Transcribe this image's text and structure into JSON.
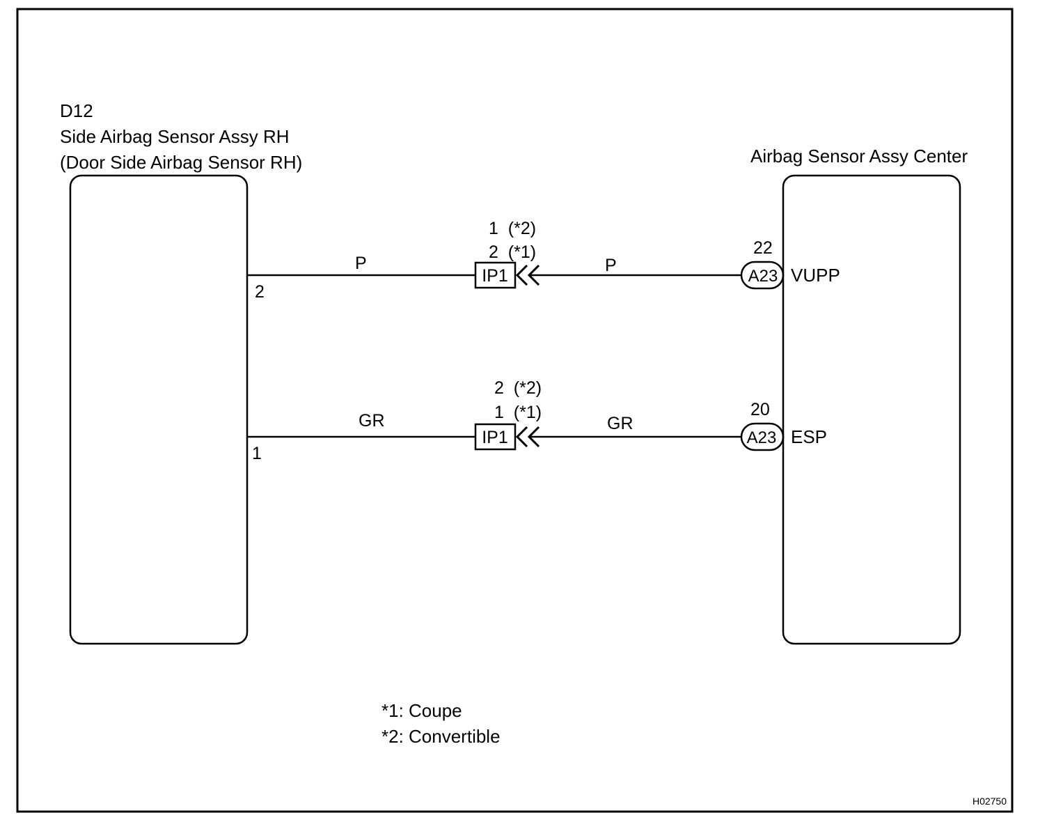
{
  "left_component": {
    "code": "D12",
    "name": "Side Airbag Sensor Assy RH",
    "alt_name": "(Door Side Airbag Sensor RH)"
  },
  "right_component": {
    "name": "Airbag Sensor Assy Center"
  },
  "circuits": [
    {
      "left_pin": "2",
      "left_wire_color": "P",
      "connector": "IP1",
      "connector_pins": [
        "1  (*2)",
        "2  (*1)"
      ],
      "right_wire_color": "P",
      "right_pin": "22",
      "right_connector": "A23",
      "signal": "VUPP"
    },
    {
      "left_pin": "1",
      "left_wire_color": "GR",
      "connector": "IP1",
      "connector_pins": [
        "2  (*2)",
        "1  (*1)"
      ],
      "right_wire_color": "GR",
      "right_pin": "20",
      "right_connector": "A23",
      "signal": "ESP"
    }
  ],
  "notes": [
    "*1: Coupe",
    "*2: Convertible"
  ],
  "figure_id": "H02750"
}
